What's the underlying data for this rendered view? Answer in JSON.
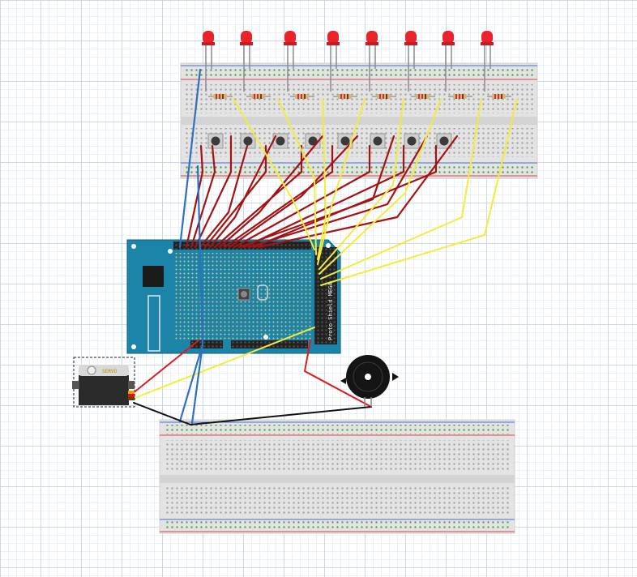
{
  "colors": {
    "led": "#e8232a",
    "wire_red": "#a31313",
    "wire_red_bright": "#e01a1a",
    "wire_yellow": "#f2ec3a",
    "wire_blue": "#2f6fc0",
    "wire_black": "#111111",
    "board_teal": "#1b84a8",
    "breadboard": "#e3e3e3",
    "rail_red": "#e04646",
    "rail_blue": "#4a6fd1"
  },
  "board": {
    "label": "Proto Shield MEGA"
  },
  "servo": {
    "label": "SERVO"
  },
  "components": {
    "led_count": 8,
    "button_count": 8,
    "resistor_count": 8
  }
}
